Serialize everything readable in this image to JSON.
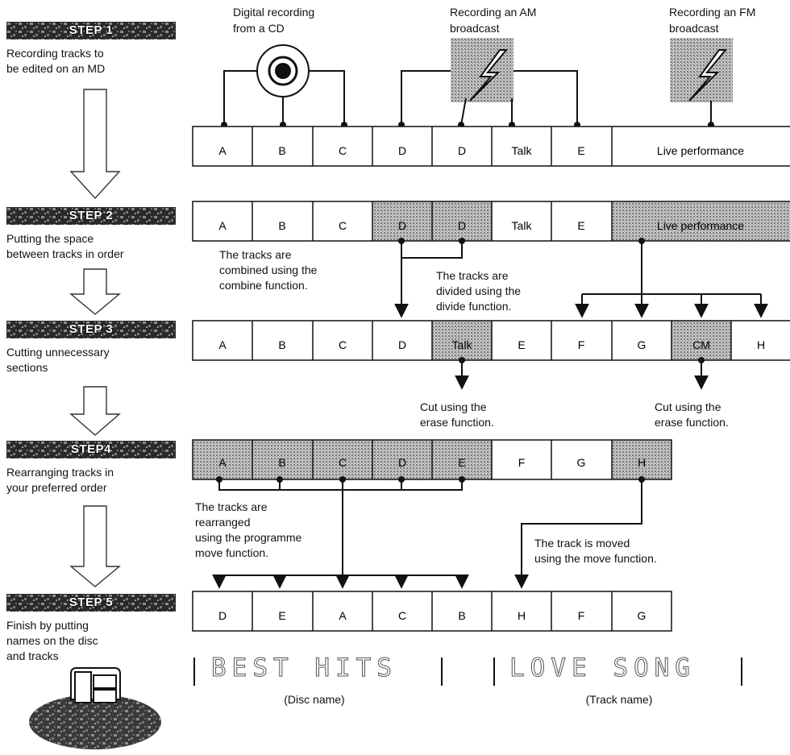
{
  "steps": [
    {
      "label": "STEP 1",
      "desc": "Recording tracks to\nbe edited on an MD"
    },
    {
      "label": "STEP 2",
      "desc": "Putting the space\nbetween tracks in order"
    },
    {
      "label": "STEP 3",
      "desc": "Cutting unnecessary\nsections"
    },
    {
      "label": "STEP4",
      "desc": "Rearranging tracks in\nyour preferred order"
    },
    {
      "label": "STEP 5",
      "desc": "Finish by putting\nnames on the disc\nand tracks"
    }
  ],
  "sources": {
    "cd": "Digital recording\nfrom a CD",
    "am": "Recording an AM\nbroadcast",
    "fm": "Recording an FM\nbroadcast"
  },
  "rows": {
    "row1": [
      "A",
      "B",
      "C",
      "D",
      "D",
      "Talk",
      "E",
      "Live performance"
    ],
    "row2": [
      "A",
      "B",
      "C",
      "D",
      "D",
      "Talk",
      "E",
      "Live performance"
    ],
    "row3": [
      "A",
      "B",
      "C",
      "D",
      "Talk",
      "E",
      "F",
      "G",
      "CM",
      "H"
    ],
    "row4": [
      "A",
      "B",
      "C",
      "D",
      "E",
      "F",
      "G",
      "H"
    ],
    "row5": [
      "D",
      "E",
      "A",
      "C",
      "B",
      "H",
      "F",
      "G"
    ]
  },
  "notes": {
    "combine": "The tracks are\ncombined using the\ncombine function.",
    "divide": "The tracks are\ndivided using the\ndivide function.",
    "erase1": "Cut using the\nerase function.",
    "erase2": "Cut using the\nerase function.",
    "rearrange": "The tracks are\nrearranged\nusing the programme\nmove function.",
    "move": "The track is moved\nusing the move function."
  },
  "names": {
    "disc_display": "BEST HITS",
    "disc_label": "(Disc name)",
    "track_display": "LOVE SONG",
    "track_label": "(Track name)"
  },
  "colors": {
    "ink": "#111111",
    "shaded_cell": "#9a9a9a",
    "badge_bg": "#2a2a2a"
  }
}
